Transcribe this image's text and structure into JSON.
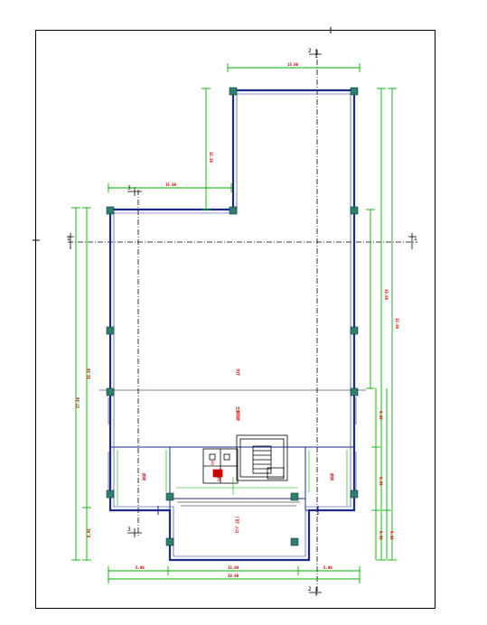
{
  "colors": {
    "wall": "#1a2b8c",
    "dimension": "#00b000",
    "dimension_text": "#cc0000",
    "axis": "#000000",
    "column": "#2f7f6f",
    "frame": "#000000"
  },
  "dimensions": {
    "top_width": "15.00",
    "left_wing_width": "15.00",
    "upper_wing_height": "15.00",
    "left_total_height": "37.00",
    "left_main_height": "30.00",
    "left_bottom_height": "6.00",
    "right_upper_height": "30.00",
    "right_total_height": "37.00",
    "right_mid_height": "6.00",
    "right_low_height": "6.00",
    "right_bottom_height": "6.00",
    "bottom_left": "6.00",
    "bottom_center": "15.00",
    "bottom_right": "6.00",
    "bottom_total": "30.00"
  },
  "axes": {
    "section_mark_left": "1",
    "section_mark_right": "1",
    "section_mark_top": "2",
    "section_mark_bottom": "2",
    "section_mark_mid": "3",
    "section_mark_low": "3"
  },
  "rooms": {
    "main_hall": "大厅",
    "main_hall_note": "主要用房",
    "room_left": "房间",
    "room_right": "房间",
    "toilet_a": "卫",
    "toilet_b": "卫",
    "porch": "门厅 入口"
  }
}
